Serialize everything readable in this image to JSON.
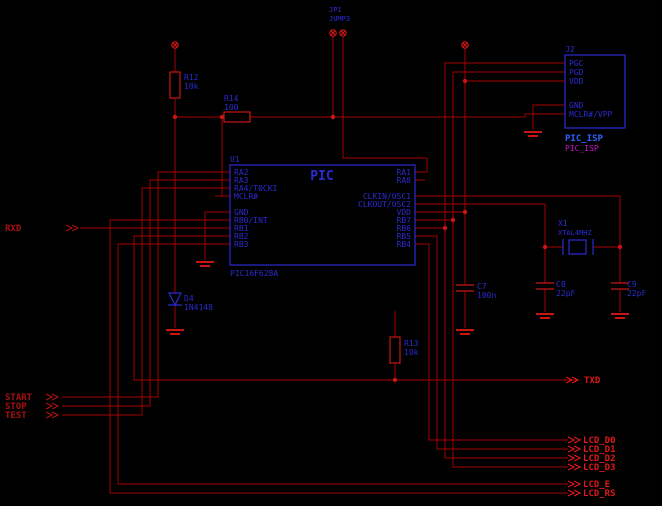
{
  "palette": {
    "bg": "#000000",
    "wire_red": "#a40000",
    "sym_red": "#c81616",
    "blue": "#2b2bd2",
    "bright_blue": "#2b63ff",
    "magenta": "#c816c8",
    "net_left": "#aa1010",
    "net_right": "#e01818"
  },
  "pic": {
    "ref": "U1",
    "title": "PIC",
    "part": "PIC16F628A",
    "left_pins": [
      "RA2",
      "RA3",
      "RA4/T0CKI",
      "MCLR#",
      "GND",
      "RB0/INT",
      "RB1",
      "RB2",
      "RB3"
    ],
    "right_pins": [
      "RA1",
      "RA0",
      "CLKIN/OSC1",
      "CLKOUT/OSC2",
      "VDD",
      "RB7",
      "RB6",
      "RB5",
      "RB4"
    ]
  },
  "isp": {
    "ref": "J2",
    "pins": [
      "PGC",
      "PGD",
      "VDD",
      "GND",
      "MCLR#/VPP"
    ],
    "name": "PIC_ISP",
    "value": "PIC_ISP"
  },
  "jumper": {
    "ref": "JP1",
    "value": "JUMP3"
  },
  "parts": {
    "r12": {
      "ref": "R12",
      "value": "10k"
    },
    "r13": {
      "ref": "R13",
      "value": "10k"
    },
    "r14": {
      "ref": "R14",
      "value": "100"
    },
    "c7": {
      "ref": "C7",
      "value": "100n"
    },
    "c8": {
      "ref": "C8",
      "value": "22pF"
    },
    "c9": {
      "ref": "C9",
      "value": "22pF"
    },
    "d4": {
      "ref": "D4",
      "value": "1N4148"
    },
    "x1": {
      "ref": "X1",
      "value": "XTAL4MHZ"
    }
  },
  "signals": {
    "rxd": "RXD",
    "txd": "TXD",
    "start": "START",
    "stop": "STOP",
    "test": "TEST",
    "lcd": [
      "LCD_D0",
      "LCD_D1",
      "LCD_D2",
      "LCD_D3",
      "LCD_E",
      "LCD_RS"
    ]
  }
}
